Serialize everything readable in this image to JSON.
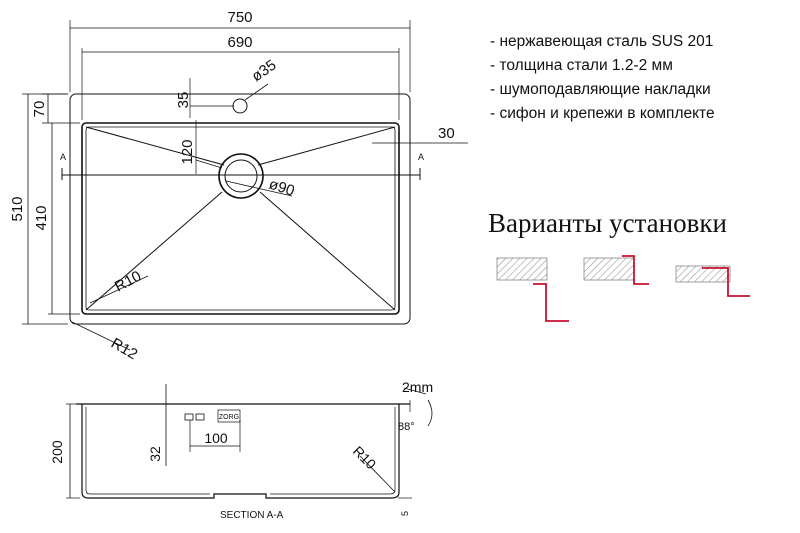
{
  "specs": [
    "- нержавеющая сталь SUS 201",
    "- толщина стали 1.2-2 мм",
    "- шумоподавляющие накладки",
    "- сифон и крепежи в комплекте"
  ],
  "variants_title": "Варианты установки",
  "dimensions": {
    "overall_width": "750",
    "inner_width": "690",
    "faucet_hole_dia": "ø35",
    "faucet_hole_offset": "35",
    "top_margin": "70",
    "side_margin": "30",
    "drain_offset": "120",
    "drain_dia": "ø90",
    "overall_depth": "510",
    "inner_depth": "410",
    "inner_radius": "R10",
    "outer_radius": "R12",
    "section_depth": "200",
    "drain_height": "32",
    "drain_spacing": "100",
    "section_radius": "R10",
    "wall_thickness": "2mm",
    "angle": "88°",
    "flange": "5",
    "section_marker": "A"
  },
  "section_label": "SECTION A-A",
  "logo_text": "ZORG",
  "colors": {
    "line": "#111111",
    "accent": "#c8102e",
    "hatch": "#9a9a9a"
  }
}
